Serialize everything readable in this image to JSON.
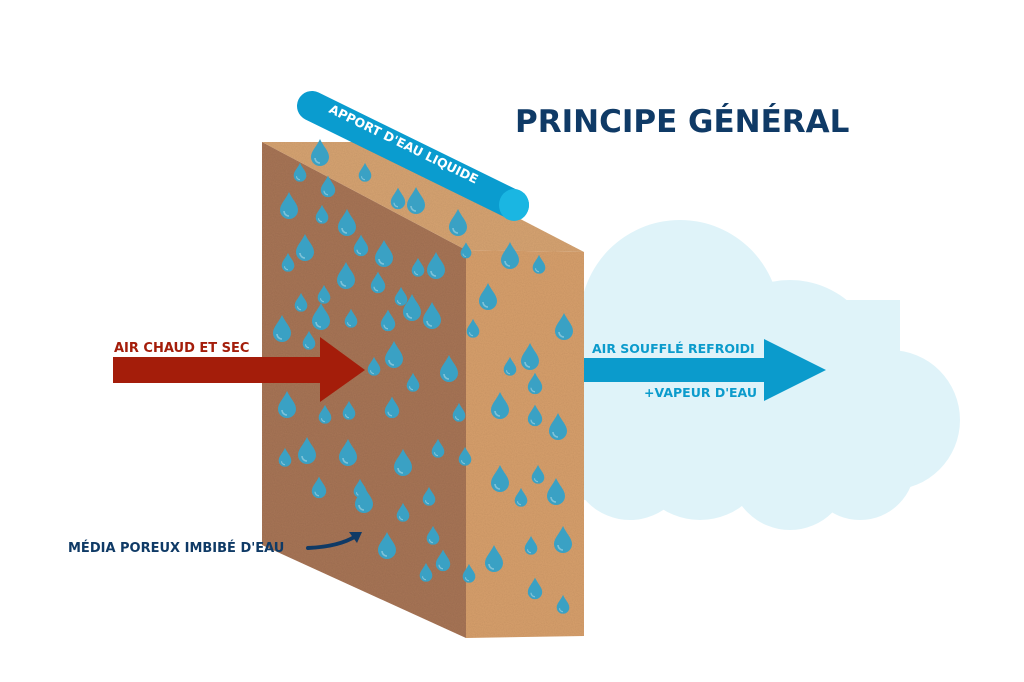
{
  "title": "PRINCIPE GÉNÉRAL",
  "labels": {
    "water_supply": "APPORT D'EAU LIQUIDE",
    "hot_dry_air": "AIR CHAUD ET SEC",
    "cooled_air": "AIR SOUFFLÉ REFROIDI",
    "water_vapor": "+VAPEUR D'EAU",
    "porous_media": "MÉDIA POREUX IMBIBÉ D'EAU"
  },
  "colors": {
    "title": "#0f3a66",
    "hot_arrow": "#a41d0a",
    "hot_label": "#a41d0a",
    "cool_arrow": "#0b9bcc",
    "cool_label": "#0b9bcc",
    "pipe": "#0a9ccf",
    "pipe_end": "#1ab6e2",
    "cloud": "#dff3f9",
    "media_side": "#a87556",
    "media_front": "#d8a06c",
    "media_top": "#d7a472",
    "droplet": "#3aa1c4",
    "media_label": "#0f3a66"
  }
}
